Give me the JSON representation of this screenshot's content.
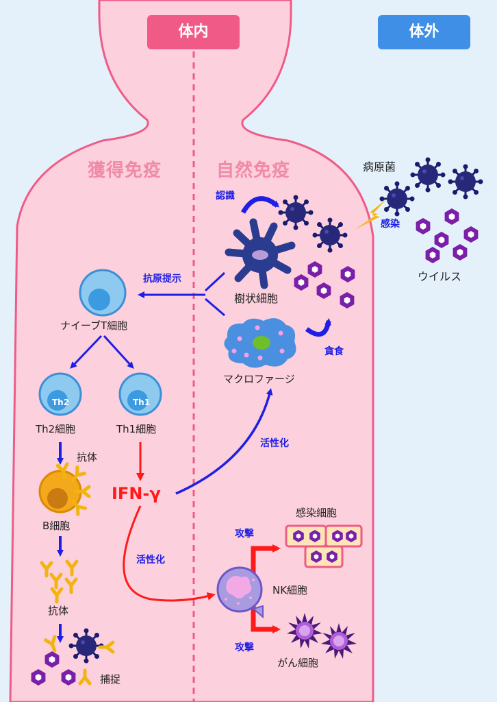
{
  "header": {
    "inside_label": "体内",
    "outside_label": "体外",
    "colors": {
      "inside": "#ef5b86",
      "outside": "#3f8fe6",
      "body": "#fcd0dc",
      "background": "#e4f1fb"
    }
  },
  "sections": {
    "acquired": "獲得免疫",
    "innate": "自然免疫"
  },
  "outside": {
    "pathogen_label": "病原菌",
    "infection_label": "感染",
    "virus_label": "ウイルス"
  },
  "innate": {
    "recognize_label": "認識",
    "dendritic_label": "樹状細胞",
    "macrophage_label": "マクロファージ",
    "phagocytosis_label": "貪食",
    "antigen_presentation_label": "抗原提示"
  },
  "acquired": {
    "naive_t_label": "ナイーブT細胞",
    "th2_cell_text": "Th2",
    "th1_cell_text": "Th1",
    "th2_label": "Th2細胞",
    "th1_label": "Th1細胞",
    "antibody_label_1": "抗体",
    "b_cell_label": "B細胞",
    "antibody_label_2": "抗体",
    "capture_label": "捕捉",
    "ifn_label": "IFN-γ",
    "activation_label_1": "活性化",
    "activation_label_2": "活性化"
  },
  "nk": {
    "infected_cell_label": "感染細胞",
    "attack_label_1": "攻撃",
    "attack_label_2": "攻撃",
    "nk_label": "NK細胞",
    "cancer_label": "がん細胞"
  },
  "icons": [
    "virus-icon",
    "virus-particle-icon",
    "dendritic-cell-icon",
    "macrophage-icon",
    "t-cell-icon",
    "b-cell-icon",
    "antibody-icon",
    "nk-cell-icon",
    "cancer-cell-icon",
    "lightning-icon"
  ]
}
